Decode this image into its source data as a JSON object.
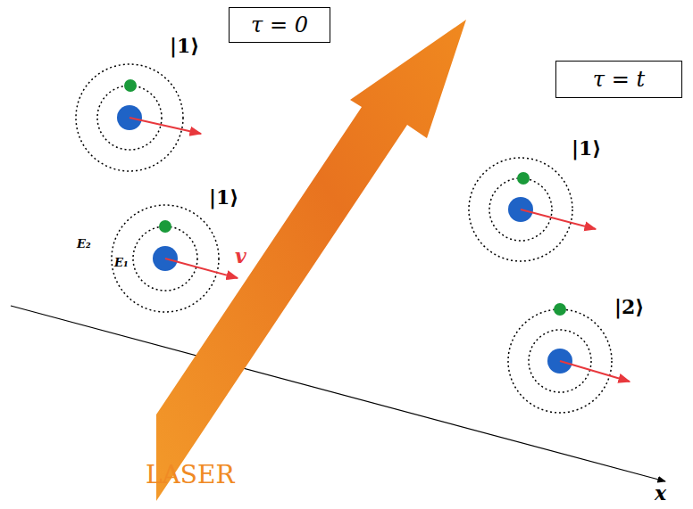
{
  "diagram": {
    "nodes": [
      {
        "text": [
          "τ = 0"
        ]
      },
      {
        "text": [
          "τ = t"
        ]
      }
    ],
    "labels": [
      "|1⟩",
      "|1⟩",
      "E₂",
      "E₁",
      "v",
      "|1⟩",
      "|2⟩",
      "LASER",
      "x"
    ]
  }
}
